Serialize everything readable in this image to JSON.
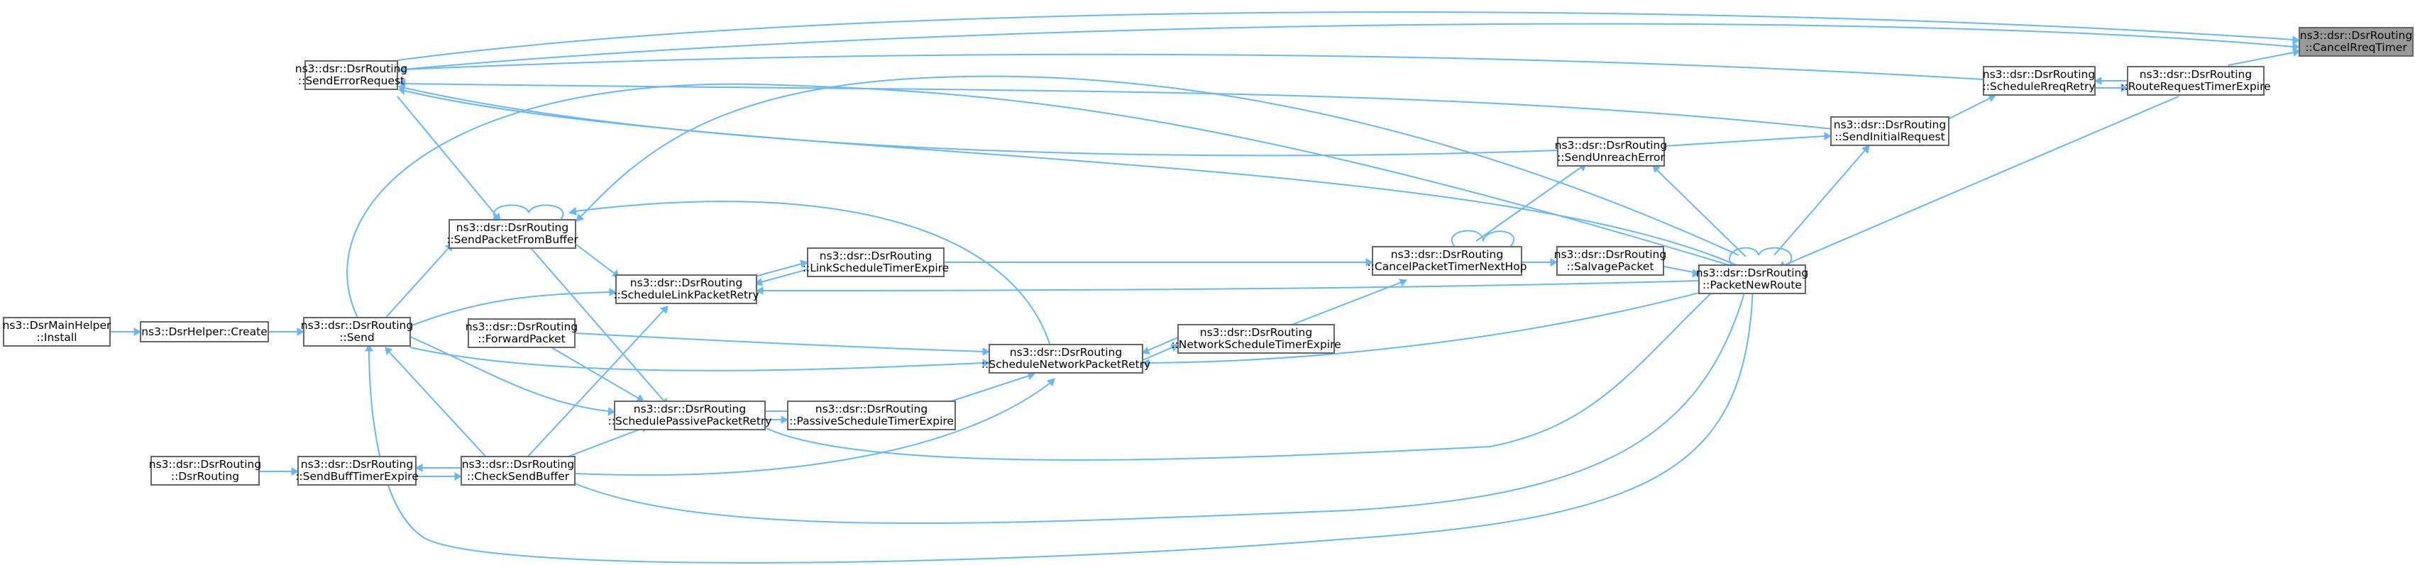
{
  "nodes": {
    "cancelRreqTimer": {
      "line1": "ns3::dsr::DsrRouting",
      "line2": "::CancelRreqTimer"
    },
    "sendErrorRequest": {
      "line1": "ns3::dsr::DsrRouting",
      "line2": "::SendErrorRequest"
    },
    "scheduleRreqRetry": {
      "line1": "ns3::dsr::DsrRouting",
      "line2": "::ScheduleRreqRetry"
    },
    "routeRequestTimerExpire": {
      "line1": "ns3::dsr::DsrRouting",
      "line2": "::RouteRequestTimerExpire"
    },
    "sendInitialRequest": {
      "line1": "ns3::dsr::DsrRouting",
      "line2": "::SendInitialRequest"
    },
    "sendUnreachError": {
      "line1": "ns3::dsr::DsrRouting",
      "line2": "::SendUnreachError"
    },
    "sendPacketFromBuffer": {
      "line1": "ns3::dsr::DsrRouting",
      "line2": "::SendPacketFromBuffer"
    },
    "linkScheduleTimerExpire": {
      "line1": "ns3::dsr::DsrRouting",
      "line2": "::LinkScheduleTimerExpire"
    },
    "cancelPacketTimerNextHop": {
      "line1": "ns3::dsr::DsrRouting",
      "line2": "::CancelPacketTimerNextHop"
    },
    "salvagePacket": {
      "line1": "ns3::dsr::DsrRouting",
      "line2": "::SalvagePacket"
    },
    "packetNewRoute": {
      "line1": "ns3::dsr::DsrRouting",
      "line2": "::PacketNewRoute"
    },
    "scheduleLinkPacketRetry": {
      "line1": "ns3::dsr::DsrRouting",
      "line2": "::ScheduleLinkPacketRetry"
    },
    "dsrMainHelperInstall": {
      "line1": "ns3::DsrMainHelper",
      "line2": "::Install"
    },
    "dsrHelperCreate": {
      "line1": "ns3::DsrHelper::Create",
      "line2": ""
    },
    "send": {
      "line1": "ns3::dsr::DsrRouting",
      "line2": "::Send"
    },
    "forwardPacket": {
      "line1": "ns3::dsr::DsrRouting",
      "line2": "::ForwardPacket"
    },
    "scheduleNetworkPacketRetry": {
      "line1": "ns3::dsr::DsrRouting",
      "line2": "::ScheduleNetworkPacketRetry"
    },
    "networkScheduleTimerExpire": {
      "line1": "ns3::dsr::DsrRouting",
      "line2": "::NetworkScheduleTimerExpire"
    },
    "schedulePassivePacketRetry": {
      "line1": "ns3::dsr::DsrRouting",
      "line2": "::SchedulePassivePacketRetry"
    },
    "passiveScheduleTimerExpire": {
      "line1": "ns3::dsr::DsrRouting",
      "line2": "::PassiveScheduleTimerExpire"
    },
    "dsrRoutingCtor": {
      "line1": "ns3::dsr::DsrRouting",
      "line2": "::DsrRouting"
    },
    "sendBuffTimerExpire": {
      "line1": "ns3::dsr::DsrRouting",
      "line2": "::SendBuffTimerExpire"
    },
    "checkSendBuffer": {
      "line1": "ns3::dsr::DsrRouting",
      "line2": "::CheckSendBuffer"
    }
  },
  "colors": {
    "edge": "#63b8ff",
    "node_border": "#666666",
    "root_fill": "#999999"
  }
}
